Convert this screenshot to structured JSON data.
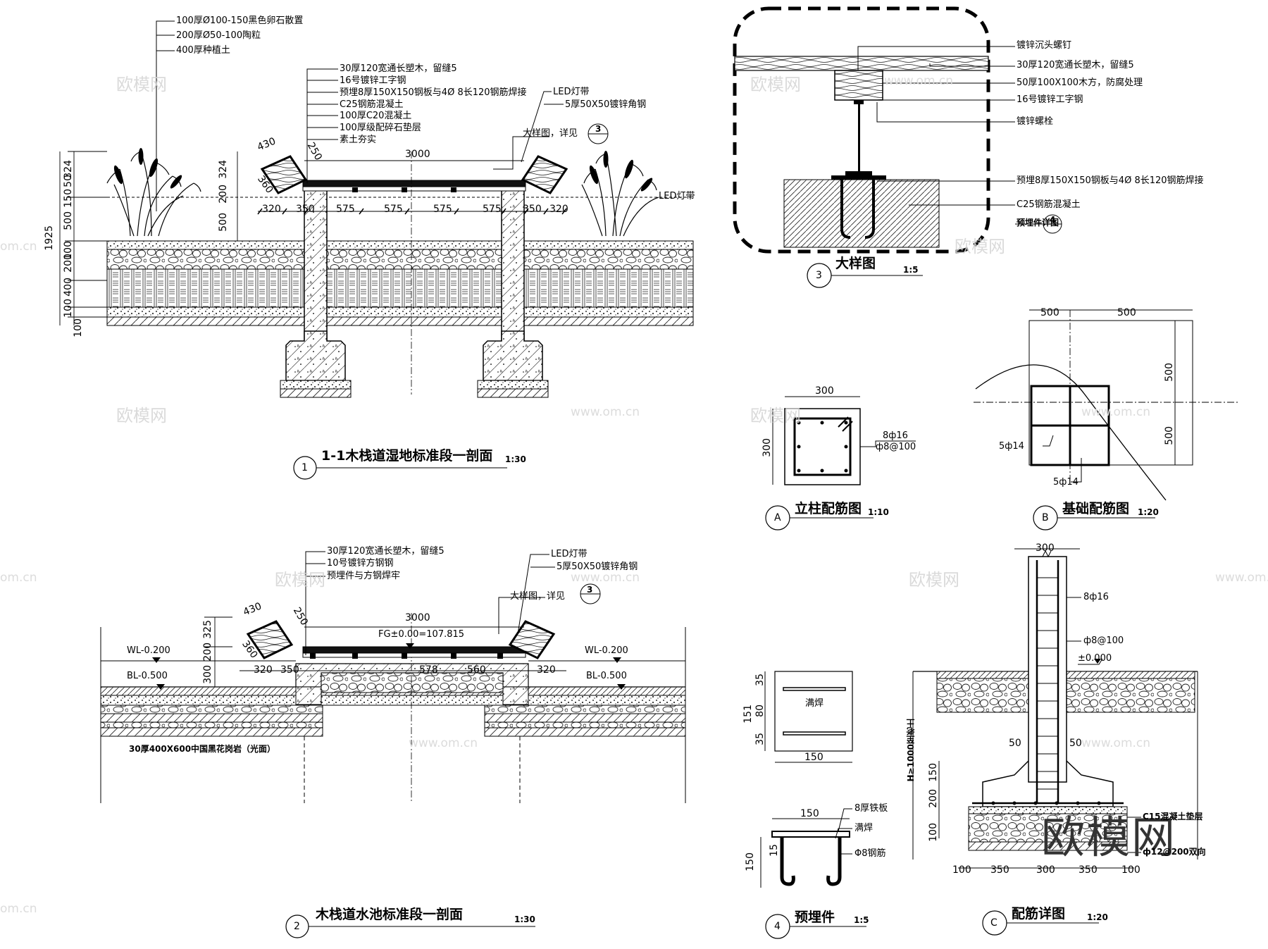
{
  "watermark": {
    "brand": "欧模网",
    "site": "www.om.cn",
    "site_short": "om.cn"
  },
  "section1": {
    "title": "1-1木栈道湿地标准段一剖面",
    "scale": "1:30",
    "num": "1",
    "notes_left": [
      "100厚Ø100-150黑色卵石散置",
      "200厚Ø50-100陶粒",
      "400厚种植土"
    ],
    "notes_mid": [
      "30厚120宽通长塑木，留缝5",
      "16号镀锌工字钢",
      "预埋8厚150X150钢板与4Ø 8长120钢筋焊接",
      "C25钢筋混凝土",
      "100厚C20混凝土",
      "100厚级配碎石垫层",
      "素土夯实"
    ],
    "notes_right": [
      "LED灯带",
      "5厚50X50镀锌角钢"
    ],
    "detail_ref": "大样图，详见",
    "detail_num": "3",
    "led_label": "LED灯带",
    "dim_total": "3000",
    "dims_row": [
      "320",
      "350",
      "575",
      "575",
      "575",
      "575",
      "350",
      "320"
    ],
    "dim_430": "430",
    "dim_250": "250",
    "dim_360": "360",
    "left_dims": [
      "1925",
      "50",
      "150",
      "324",
      "500",
      "100",
      "200",
      "400",
      "100",
      "100"
    ],
    "mid_dims": [
      "324",
      "200",
      "500"
    ]
  },
  "section2": {
    "title": "木栈道水池标准段一剖面",
    "scale": "1:30",
    "num": "2",
    "notes_mid": [
      "30厚120宽通长塑木，留缝5",
      "10号镀锌方钢钢",
      "预埋件与方钢焊牢"
    ],
    "notes_right": [
      "LED灯带",
      "5厚50X50镀锌角钢"
    ],
    "detail_ref": "大样图，详见",
    "detail_num": "3",
    "fg": "FG±0.00=107.815",
    "wl": "WL-0.200",
    "bl": "BL-0.500",
    "granite": "30厚400X600中国黑花岗岩（光面）",
    "dim_total": "3000",
    "dims_row": [
      "320",
      "350",
      "578",
      "560",
      "320"
    ],
    "dim_430": "430",
    "dim_250": "250",
    "dim_360": "360",
    "left_dims": [
      "325",
      "200",
      "300"
    ]
  },
  "section3": {
    "title": "大样图",
    "scale": "1:5",
    "num": "3",
    "notes": [
      "镀锌沉头螺钉",
      "30厚120宽通长塑木，留缝5",
      "50厚100X100木方，防腐处理",
      "16号镀锌工字钢",
      "镀锌螺栓",
      "预埋8厚150X150钢板与4Ø 8长120钢筋焊接",
      "C25钢筋混凝土",
      "预埋件详图"
    ],
    "ref_num": "4"
  },
  "sectionA": {
    "title": "立柱配筋图",
    "scale": "1:10",
    "letter": "A",
    "dim_w": "300",
    "dim_h": "300",
    "rebar1": "8ф16",
    "rebar2": "ф8@100"
  },
  "sectionB": {
    "title": "基础配筋图",
    "scale": "1:20",
    "letter": "B",
    "dims_top": [
      "500",
      "500"
    ],
    "dims_right": [
      "500",
      "500"
    ],
    "rebar1": "5ф14",
    "rebar2": "5ф14"
  },
  "section4": {
    "title": "预埋件",
    "scale": "1:5",
    "num": "4",
    "dims_left": [
      "35",
      "80",
      "35"
    ],
    "dim_151": "151",
    "dim_150": "150",
    "weld": "满焊",
    "plate": "8厚铁板",
    "weld2": "满焊",
    "bar": "Φ8钢筋",
    "dim_150b": "150",
    "dim_150c": "150",
    "dim_15": "15"
  },
  "sectionC": {
    "title": "配筋详图",
    "scale": "1:20",
    "letter": "C",
    "dim_top": "300",
    "rebar1": "8ф16",
    "rebar2": "ф8@100",
    "level": "±0.000",
    "depth": "H≥1000至老土",
    "dims_50": [
      "50",
      "50"
    ],
    "dims_left": [
      "150",
      "200",
      "100"
    ],
    "cushion": "C15混凝土垫层",
    "bottom_bar": "ф12@200双向",
    "dims_bottom": [
      "100",
      "350",
      "300",
      "350",
      "100"
    ]
  }
}
